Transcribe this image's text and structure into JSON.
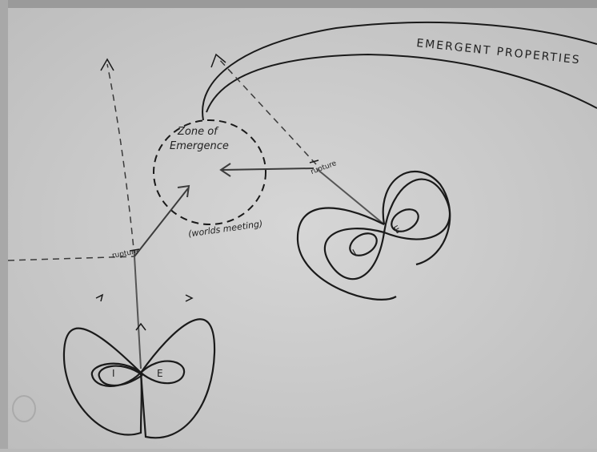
{
  "title": "EMERGENT PROPERTIES",
  "zone": {
    "line1": "Zone of",
    "line2": "Emergence",
    "caption": "(worlds meeting)"
  },
  "rupture_left": "rupture",
  "rupture_right": "rupture",
  "loop_letters": {
    "left_i": "I",
    "left_e": "E",
    "right_i": "I",
    "right_e": "E"
  },
  "colors": {
    "background": "#d0d0d0",
    "ink": "#1a1a1a",
    "dashed": "#3a3a3a"
  }
}
